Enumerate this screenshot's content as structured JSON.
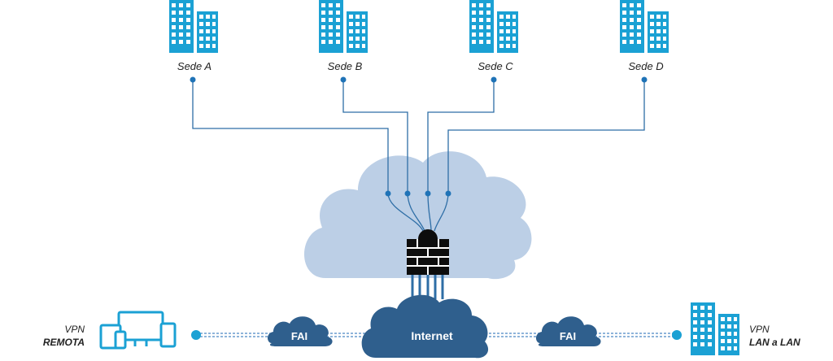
{
  "sites": [
    {
      "label": "Sede A"
    },
    {
      "label": "Sede B"
    },
    {
      "label": "Sede C"
    },
    {
      "label": "Sede D"
    }
  ],
  "clouds": {
    "internet": "Internet",
    "isp_left": "FAI",
    "isp_right": "FAI"
  },
  "vpn_remote": {
    "line1": "VPN",
    "line2": "REMOTA"
  },
  "vpn_lan": {
    "line1": "VPN",
    "line2": "LAN a LAN"
  },
  "colors": {
    "building": "#1ba1d4",
    "line": "#2e6ea6",
    "dot": "#1f73b7",
    "private_cloud": "#bccfe6",
    "internet_cloud": "#2f5f8d",
    "firewall": "#0d0d0d"
  }
}
